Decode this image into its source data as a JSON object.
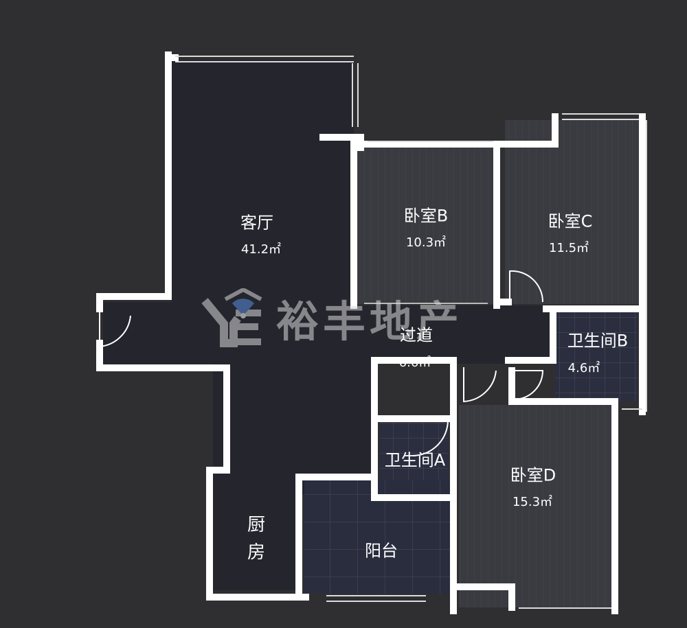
{
  "rooms": {
    "living": {
      "name": "客厅",
      "area": "41.2㎡"
    },
    "bedroom_b": {
      "name": "卧室B",
      "area": "10.3㎡"
    },
    "bedroom_c": {
      "name": "卧室C",
      "area": "11.5㎡"
    },
    "corridor": {
      "name": "过道",
      "area": "6.6㎡"
    },
    "bath_b": {
      "name": "卫生间B",
      "area": "4.6㎡"
    },
    "bath_a": {
      "name": "卫生间A"
    },
    "bedroom_d": {
      "name": "卧室D",
      "area": "15.3㎡"
    },
    "kitchen": {
      "name": "厨房"
    },
    "balcony": {
      "name": "阳台"
    }
  },
  "watermark": {
    "text": "裕丰地产",
    "logo_icon": "yf-house-logo-icon"
  },
  "colors": {
    "background": "#2f2f31",
    "floor": "#24252d",
    "bedroom_floor": "#3a3a41",
    "tile_floor": "#2a2d3e",
    "wall": "#ffffff"
  }
}
